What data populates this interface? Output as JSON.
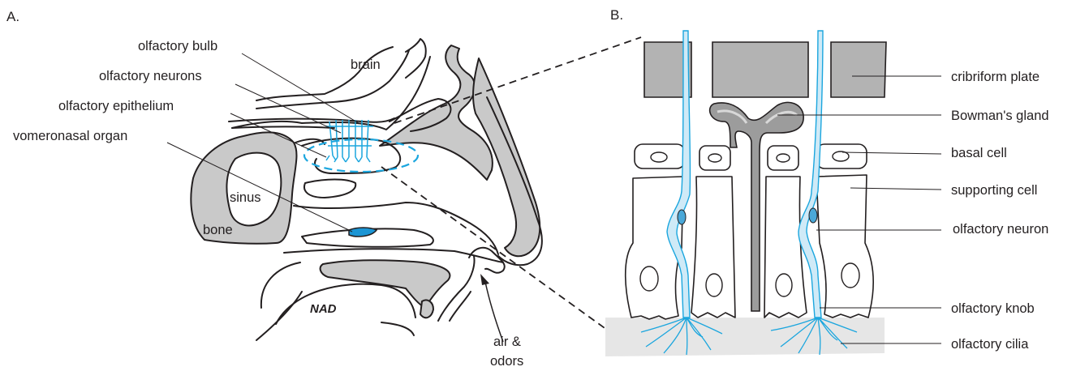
{
  "panels": {
    "a": "A.",
    "b": "B."
  },
  "panel_a": {
    "labels": {
      "olfactory_bulb": "olfactory bulb",
      "olfactory_neurons": "olfactory neurons",
      "olfactory_epithelium": "olfactory epithelium",
      "vomeronasal_organ": "vomeronasal organ",
      "brain": "brain",
      "sinus": "sinus",
      "bone": "bone",
      "air_line1": "air &",
      "air_line2": "odors"
    },
    "signature": "NAD"
  },
  "panel_b": {
    "labels": {
      "cribriform_plate": "cribriform plate",
      "bowmans_gland": "Bowman's gland",
      "basal_cell": "basal cell",
      "supporting_cell": "supporting cell",
      "olfactory_neuron": "olfactory neuron",
      "olfactory_knob": "olfactory knob",
      "olfactory_cilia": "olfactory cilia"
    }
  },
  "colors": {
    "bone": "#c9c9c9",
    "neuron_blue": "#1ba6de",
    "neuron_fill": "#cfeaf7",
    "mucus": "#e6e6e6",
    "outline": "#231f20",
    "vomeronasal": "#1b95d4"
  }
}
